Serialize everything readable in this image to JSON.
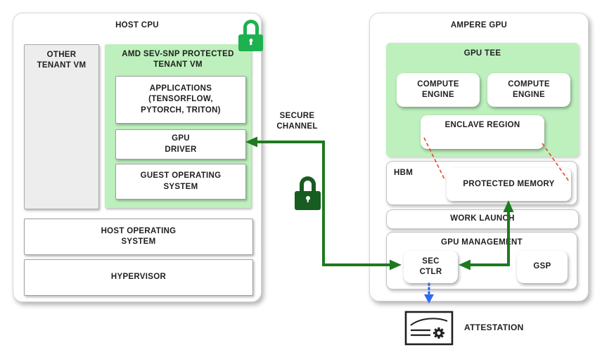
{
  "colors": {
    "protected_fill_green": "#bdf0bd",
    "arrow_green": "#1e7a1f",
    "lock_bright_green": "#1db14f",
    "lock_dark_green": "#175c20",
    "mapping_dash_red": "#e8502b",
    "attestation_blue": "#2e6bf0",
    "text": "#1f1f1f"
  },
  "icons": {
    "top_lock": "lock-icon",
    "channel_lock": "lock-icon",
    "attestation": "certificate-gear-icon"
  },
  "host_cpu": {
    "title": "HOST CPU",
    "other_tenant_vm": "OTHER\nTENANT VM",
    "sev_snp_title": "AMD SEV-SNP PROTECTED\nTENANT VM",
    "applications": "APPLICATIONS\n(TENSORFLOW,\nPYTORCH, TRITON)",
    "gpu_driver": "GPU\nDRIVER",
    "guest_os": "GUEST OPERATING\nSYSTEM",
    "host_os": "HOST OPERATING\nSYSTEM",
    "hypervisor": "HYPERVISOR"
  },
  "channel": {
    "secure_channel": "SECURE\nCHANNEL"
  },
  "ampere_gpu": {
    "title": "AMPERE GPU",
    "gpu_tee": {
      "title": "GPU TEE",
      "compute_engines": [
        "COMPUTE\nENGINE",
        "COMPUTE\nENGINE"
      ],
      "enclave_region": "ENCLAVE REGION"
    },
    "hbm": {
      "label": "HBM",
      "protected_memory": "PROTECTED MEMORY"
    },
    "work_launch": "WORK LAUNCH",
    "gpu_management": {
      "title": "GPU MANAGEMENT",
      "sec_ctlr": "SEC\nCTLR",
      "gsp": "GSP"
    }
  },
  "attestation": {
    "label": "ATTESTATION"
  }
}
